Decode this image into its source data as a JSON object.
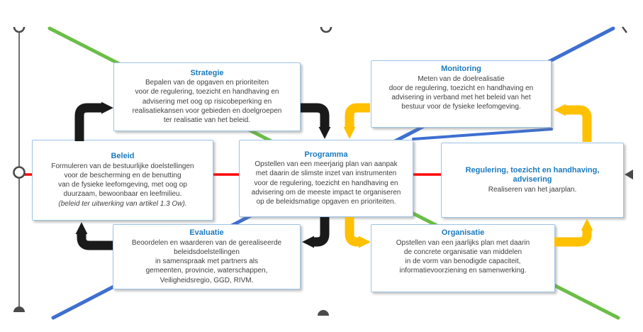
{
  "diagram": {
    "boxes": {
      "strategie": {
        "title": "Strategie",
        "body": [
          "Bepalen van de opgaven en prioriteiten",
          "voor de regulering, toezicht en handhaving en",
          "advisering met oog op risicobeperking en",
          "realisatiekansen voor gebieden en doelgroepen",
          "ter realisatie van het beleid."
        ]
      },
      "monitoring": {
        "title": "Monitoring",
        "body": [
          "Meten van de doelrealisatie",
          "door de regulering, toezicht en handhaving en",
          "advisering in verband met het beleid van het",
          "bestuur voor de fysieke leefomgeving."
        ]
      },
      "beleid": {
        "title": "Beleid",
        "body": [
          "Formuleren van de bestuurlijke doelstellingen",
          "voor de bescherming en de benutting",
          "van de fysieke leefomgeving, met oog op",
          "duurzaam, bewoonbaar en leefmilieu."
        ],
        "note": "(beleid ter uitwerking van artikel 1.3 Ow)."
      },
      "programma": {
        "title": "Programma",
        "body": [
          "Opstellen van een meerjarig plan van aanpak",
          "met daarin de slimste inzet van instrumenten",
          "voor de regulering, toezicht en handhaving en",
          "advisering om de meeste impact te organiseren",
          "op de beleidsmatige opgaven en prioriteiten."
        ]
      },
      "regulering": {
        "title": "Regulering, toezicht en handhaving, advisering",
        "body": [
          "Realiseren van het jaarplan."
        ]
      },
      "evaluatie": {
        "title": "Evaluatie",
        "body": [
          "Beoordelen en waarderen van de gerealiseerde",
          "beleidsdoelstellingen",
          "in samenspraak met partners als",
          "gemeenten, provincie, waterschappen,",
          "Veiligheidsregio, GGD, RIVM."
        ]
      },
      "organisatie": {
        "title": "Organisatie",
        "body": [
          "Opstellen van een jaarlijks plan met daarin",
          "de concrete organisatie van middelen",
          "in de vorm van benodigde capaciteit,",
          "informatievoorziening en samenwerking."
        ]
      }
    },
    "colors": {
      "title_blue": "#1B7ABF",
      "body_text": "#3F3F3F",
      "box_border": "#9DC3E6",
      "arrow_black": "#1A1A1A",
      "arrow_yellow": "#FFC000",
      "line_green": "#6ABE45",
      "line_blue": "#3D6FD1",
      "line_red": "#FF0000",
      "handle_gray": "#4A4A4A"
    }
  }
}
